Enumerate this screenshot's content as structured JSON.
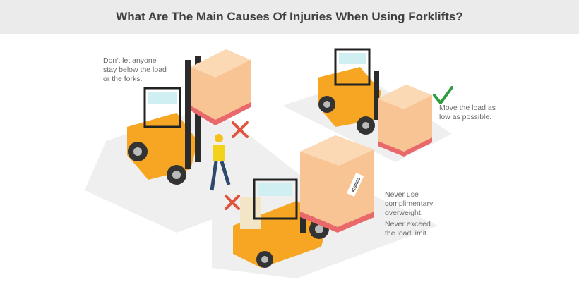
{
  "header": {
    "title": "What Are The Main Causes Of Injuries When Using Forklifts?"
  },
  "notes": {
    "below_load": "Don't let anyone stay below the load or the forks.",
    "move_low": "Move the load as low as possible.",
    "overweight": "Never use complimentary overweight.",
    "load_limit": "Never exceed the load limit."
  },
  "labels": {
    "box_weight": "4200KG"
  },
  "colors": {
    "cross": "#e0533d",
    "check": "#2e9b3e",
    "forklift": "#f6a623",
    "box": "#f8c493",
    "shadow": "#ececec"
  }
}
